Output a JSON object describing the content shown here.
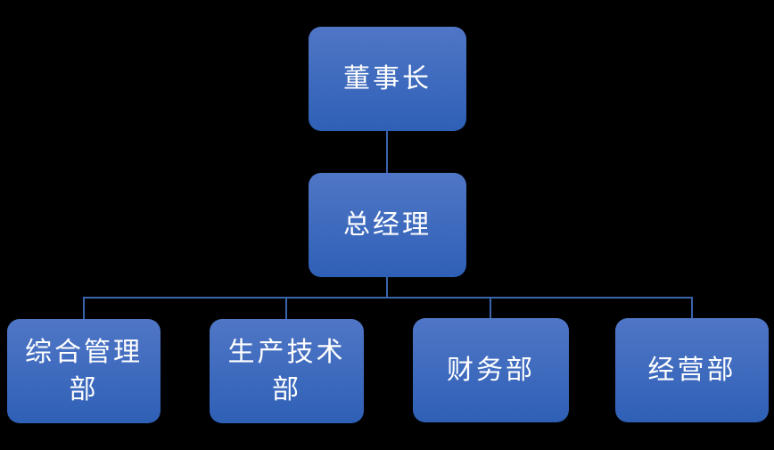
{
  "style": {
    "background": "#000000",
    "node_gradient_top": "#5076c6",
    "node_gradient_bottom": "#2e60b6",
    "connector_color": "#3a64ad",
    "text_color": "#ffffff"
  },
  "nodes": {
    "chairman": {
      "label": "董事长"
    },
    "general_manager": {
      "label": "总经理"
    },
    "departments": [
      {
        "label": "综合管理\n部"
      },
      {
        "label": "生产技术\n部"
      },
      {
        "label": "财务部"
      },
      {
        "label": "经营部"
      }
    ]
  }
}
